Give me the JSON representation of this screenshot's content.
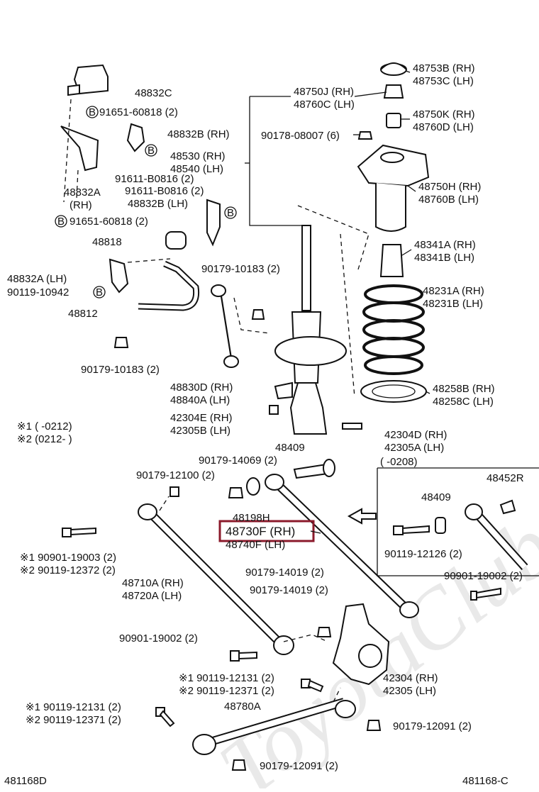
{
  "watermark": "ToyotaClub.ru",
  "callout": {
    "text": "48730F (RH)",
    "color": "#8b1a2b"
  },
  "left_note": {
    "line1": "※1 (         -0212)",
    "line2": "※2 (0212-          )"
  },
  "inset_note": "(         -0208)",
  "footer": {
    "left": "481168D",
    "right": "481168-C"
  },
  "labels": {
    "l48753": "48753B (RH)",
    "l48753b": "48753C (LH)",
    "l48750j": "48750J (RH)",
    "l48760c": "48760C (LH)",
    "l48750k": "48750K (RH)",
    "l48760d": "48760D (LH)",
    "l90178": "90178-08007 (6)",
    "l48750h": "48750H (RH)",
    "l48760b": "48760B (LH)",
    "l48341a": "48341A (RH)",
    "l48341b": "48341B (LH)",
    "l48231a": "48231A (RH)",
    "l48231b": "48231B (LH)",
    "l48258b": "48258B (RH)",
    "l48258c": "48258C (LH)",
    "l48832c": "48832C",
    "l91651a": "91651-60818 (2)",
    "l48832b": "48832B (RH)",
    "l48530": "48530 (RH)",
    "l48540": "48540 (LH)",
    "l91611a": "91611-B0816 (2)",
    "l48832a": "48832A",
    "l48832arh": "(RH)",
    "l91611b": "91611-B0816 (2)",
    "l48832blh": "48832B (LH)",
    "l91651b": "91651-60818 (2)",
    "l48818": "48818",
    "l48832alh": "48832A (LH)",
    "l90119a": "90119-10942",
    "l90179a": "90179-10183 (2)",
    "l48812": "48812",
    "l90179b": "90179-10183 (2)",
    "l48830d": "48830D (RH)",
    "l48840a": "48840A (LH)",
    "l42304e": "42304E (RH)",
    "l42305b": "42305B (LH)",
    "l42304d": "42304D (RH)",
    "l42305a": "42305A (LH)",
    "l48409": "48409",
    "l90179c": "90179-14069 (2)",
    "l90179d": "90179-12100 (2)",
    "l48198": "48198H",
    "l48740": "48740F (LH)",
    "l90901a1": "※1  90901-19003 (2)",
    "l90119b2": "※2  90119-12372 (2)",
    "l48710": "48710A (RH)",
    "l48720": "48720A (LH)",
    "l90179e": "90179-14019 (2)",
    "l90179f": "90179-14019 (2)",
    "l90901b": "90901-19002 (2)",
    "l90901c": "90901-19002 (2)",
    "l90119c1": "※1 90119-12131 (2)",
    "l90119c2": "※2 90119-12371 (2)",
    "l42304": "42304 (RH)",
    "l42305": "42305 (LH)",
    "l48780": "48780A",
    "l90119d1": "※1  90119-12131 (2)",
    "l90119d2": "※2  90119-12371 (2)",
    "l90179g": "90179-12091 (2)",
    "l90179h": "90179-12091 (2)",
    "l48409b": "48409",
    "l48452": "48452R",
    "l90119e": "90119-12126 (2)",
    "b": "B"
  }
}
